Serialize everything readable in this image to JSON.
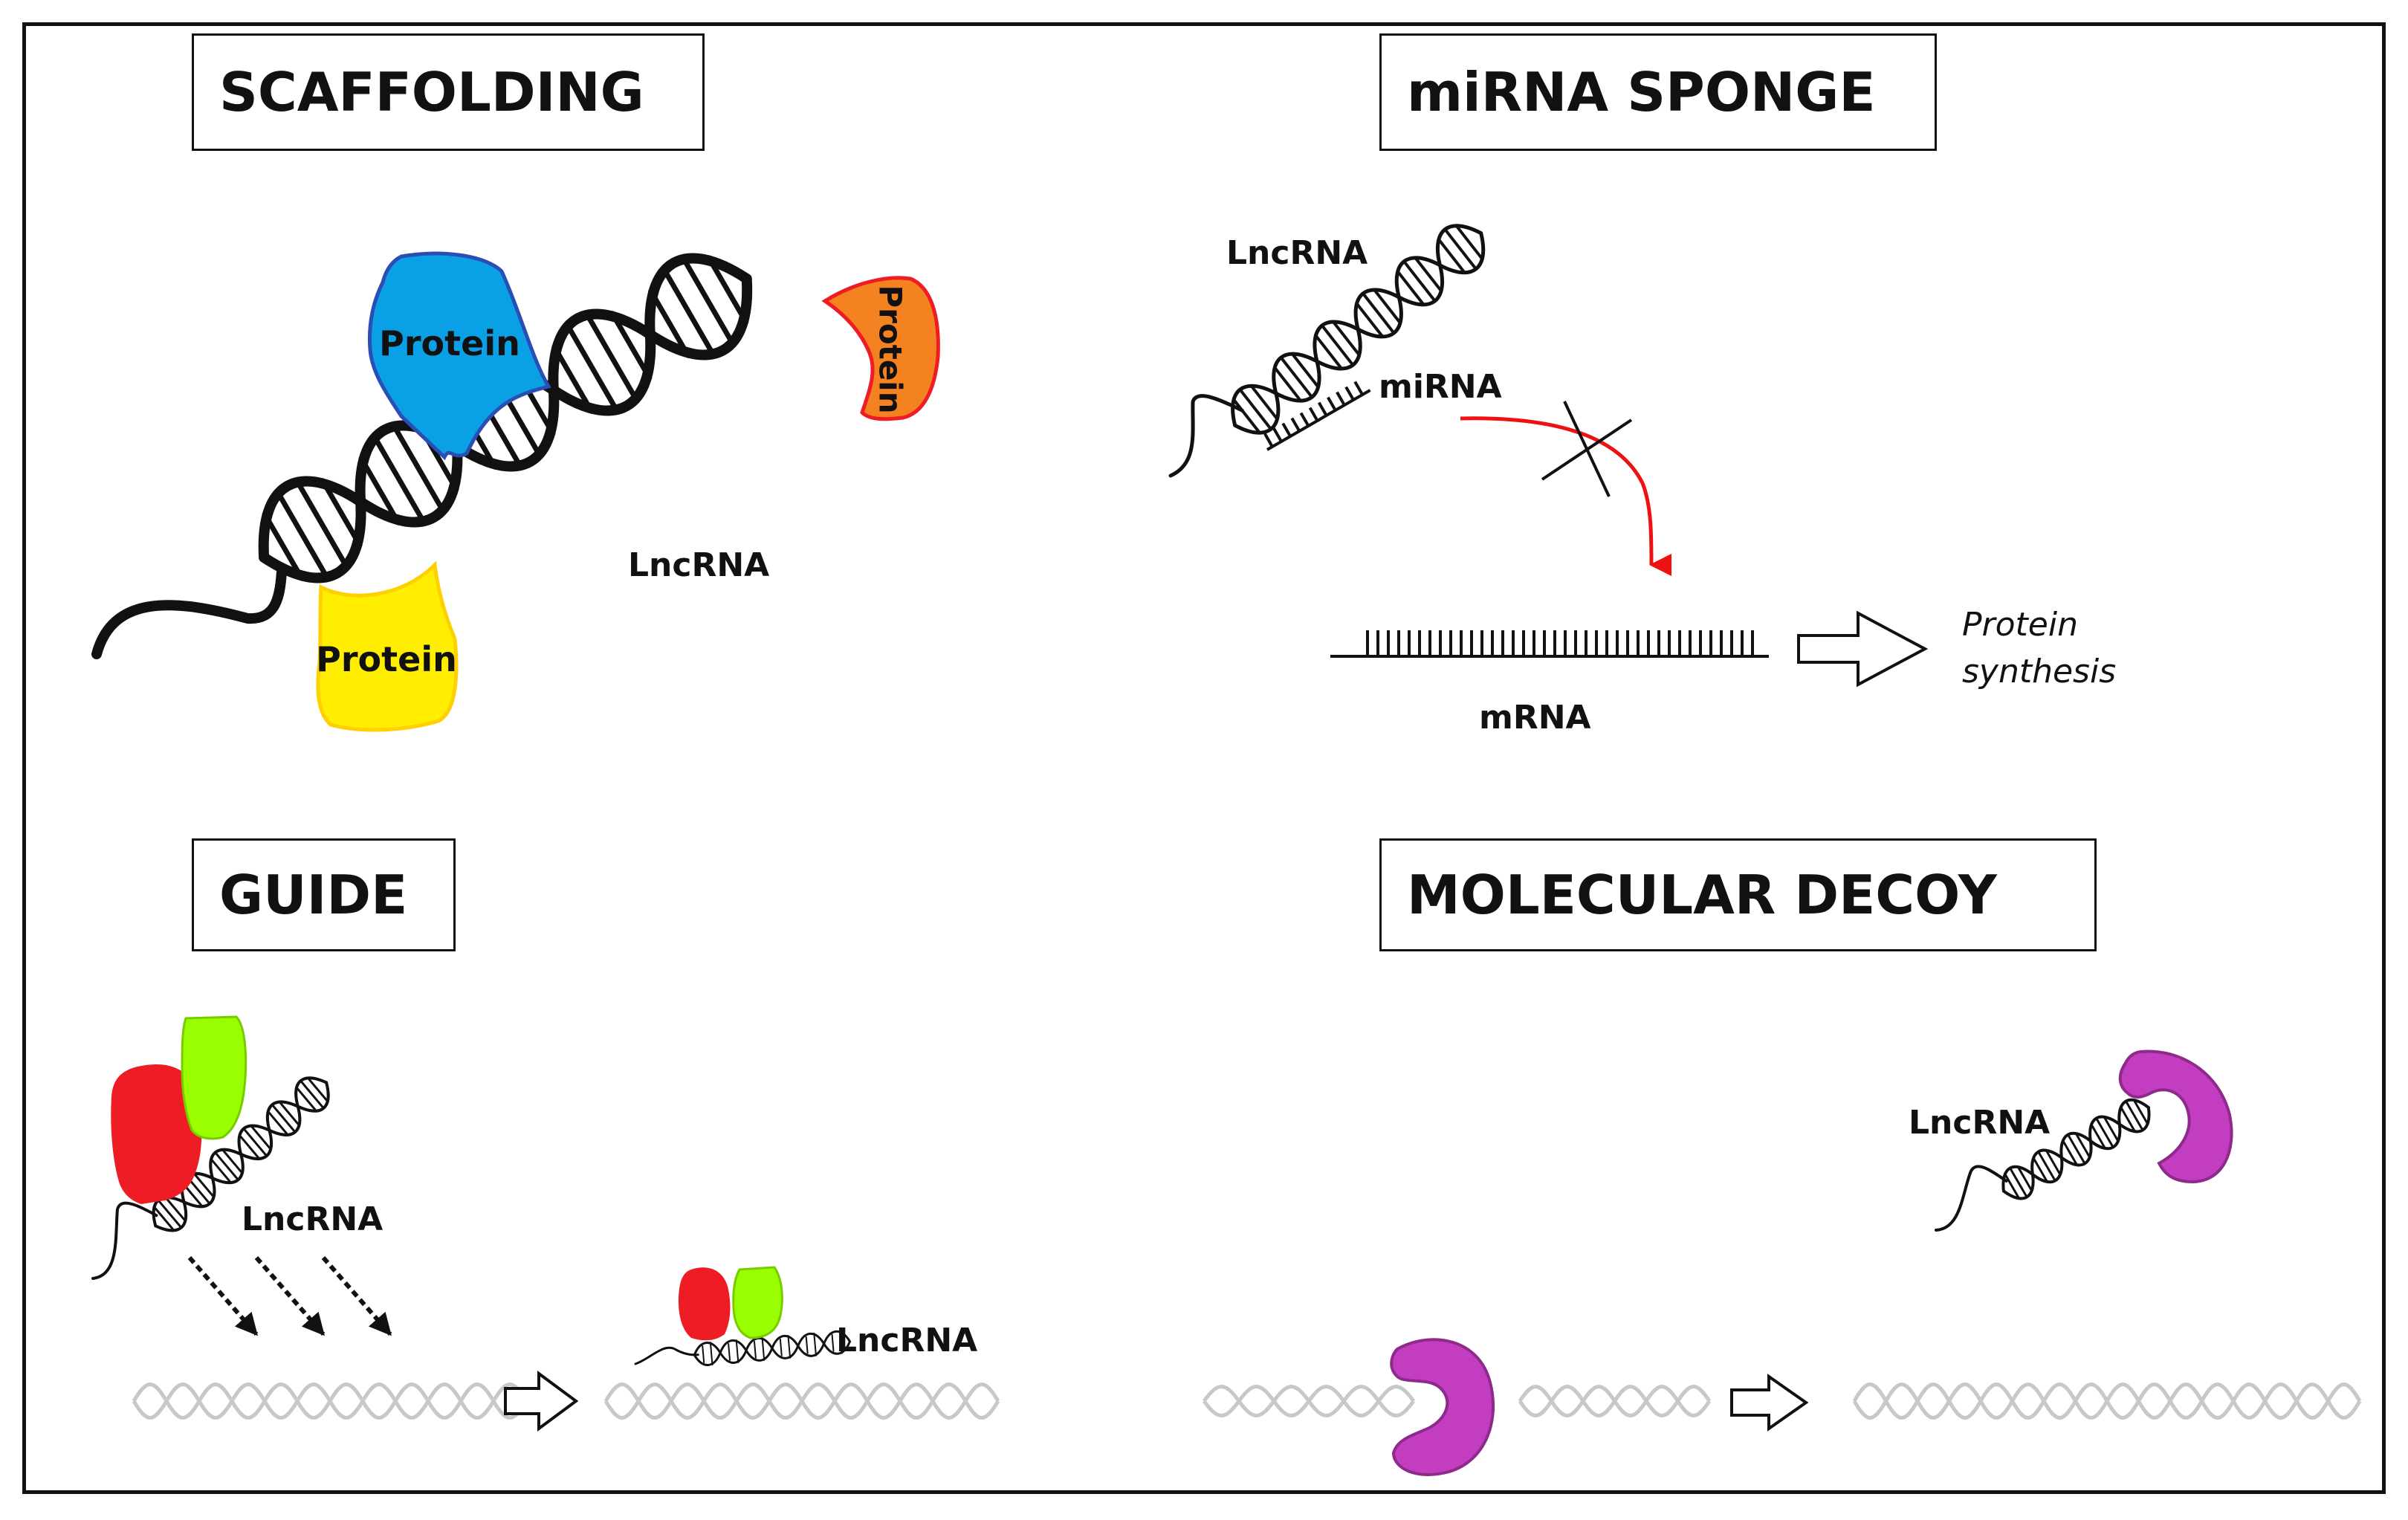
{
  "panels": {
    "scaffolding": {
      "title": "SCAFFOLDING",
      "protein_blue": "Protein",
      "protein_orange": "Protein",
      "protein_yellow": "Protein",
      "lncrna": "LncRNA"
    },
    "sponge": {
      "title": "miRNA SPONGE",
      "lncrna": "LncRNA",
      "mirna": "miRNA",
      "mrna": "mRNA",
      "product_line1": "Protein",
      "product_line2": "synthesis"
    },
    "guide": {
      "title": "GUIDE",
      "lncrna_left": "LncRNA",
      "lncrna_right": "LncRNA"
    },
    "decoy": {
      "title": "MOLECULAR DECOY",
      "lncrna": "LncRNA"
    }
  },
  "colors": {
    "protein_blue": "#0aa0e6",
    "protein_orange": "#f58220",
    "protein_yellow": "#ffee00",
    "protein_red": "#ee1c24",
    "protein_green": "#99ff00",
    "decoy_magenta": "#c23dbf",
    "inhibition_arrow": "#ee1111",
    "faint_dna": "#c8c8c8"
  }
}
